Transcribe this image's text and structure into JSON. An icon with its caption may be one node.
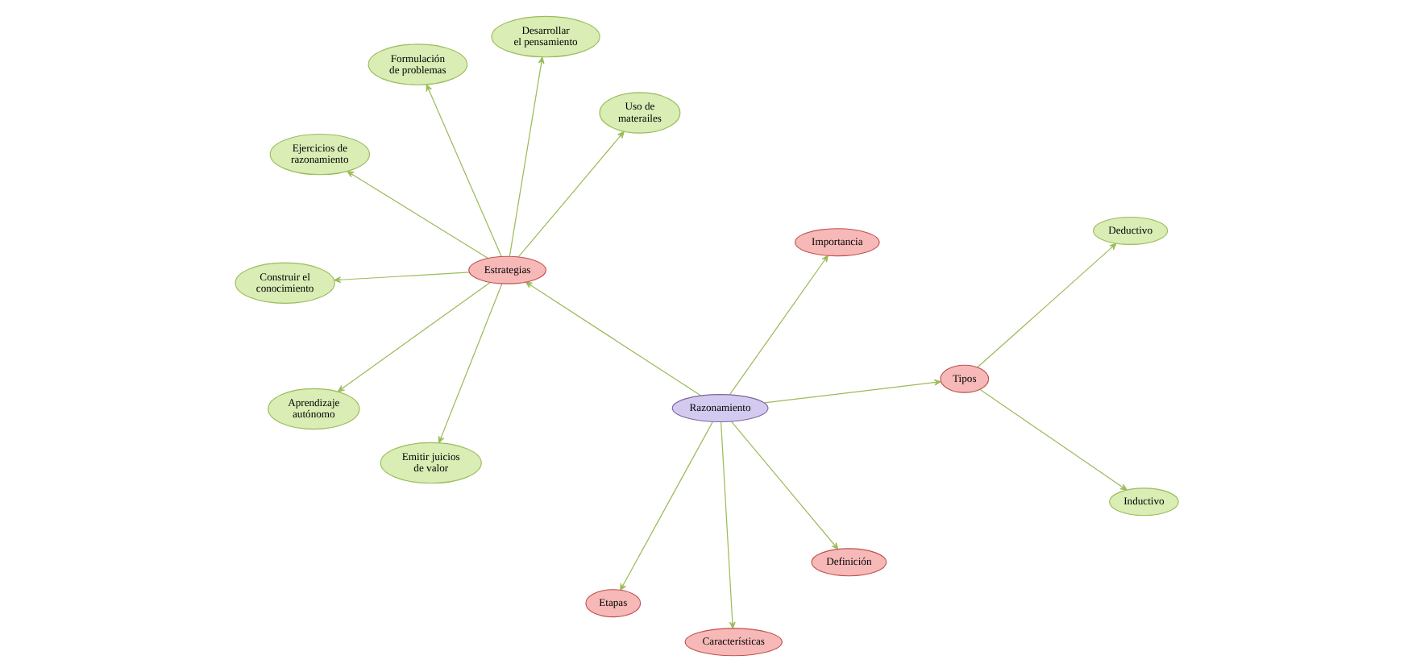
{
  "diagram": {
    "nodes": [
      {
        "text": [
          "Construir el conocimiento"
        ]
      },
      {
        "text": [
          "Uso de materailes"
        ]
      },
      {
        "text": [
          "Definición"
        ]
      },
      {
        "text": [
          "Formulación de problemas"
        ]
      },
      {
        "text": [
          "Importancia"
        ]
      },
      {
        "text": [
          "Ejercicios de razonamiento"
        ]
      },
      {
        "text": [
          "Estrategias"
        ]
      },
      {
        "text": [
          "Razonamiento"
        ]
      },
      {
        "text": [
          "Características"
        ]
      },
      {
        "text": [
          "Emitir juicios de valor"
        ]
      },
      {
        "text": [
          "Aprendizaje autónomo"
        ]
      },
      {
        "text": [
          "Etapas"
        ]
      },
      {
        "text": [
          "Tipos"
        ]
      },
      {
        "text": [
          "Desarrollar el pensamiento"
        ]
      },
      {
        "text": [
          "Deductivo"
        ]
      },
      {
        "text": [
          "Inductivo"
        ]
      }
    ],
    "edges": [
      {
        "from": 7,
        "to": 6,
        "arrow": "to"
      },
      {
        "from": 7,
        "to": 2,
        "arrow": "to"
      },
      {
        "from": 7,
        "to": 4,
        "arrow": "to"
      },
      {
        "from": 7,
        "to": 8,
        "arrow": "to"
      },
      {
        "from": 7,
        "to": 11,
        "arrow": "to"
      },
      {
        "from": 7,
        "to": 12,
        "arrow": "to"
      },
      {
        "from": 6,
        "to": 0,
        "arrow": "to"
      },
      {
        "from": 6,
        "to": 1,
        "arrow": "to"
      },
      {
        "from": 6,
        "to": 3,
        "arrow": "to"
      },
      {
        "from": 6,
        "to": 5,
        "arrow": "to"
      },
      {
        "from": 6,
        "to": 9,
        "arrow": "to"
      },
      {
        "from": 6,
        "to": 10,
        "arrow": "to"
      },
      {
        "from": 6,
        "to": 13,
        "arrow": "to"
      },
      {
        "from": 12,
        "to": 14,
        "arrow": "to"
      },
      {
        "from": 12,
        "to": 15,
        "arrow": "to"
      }
    ]
  }
}
